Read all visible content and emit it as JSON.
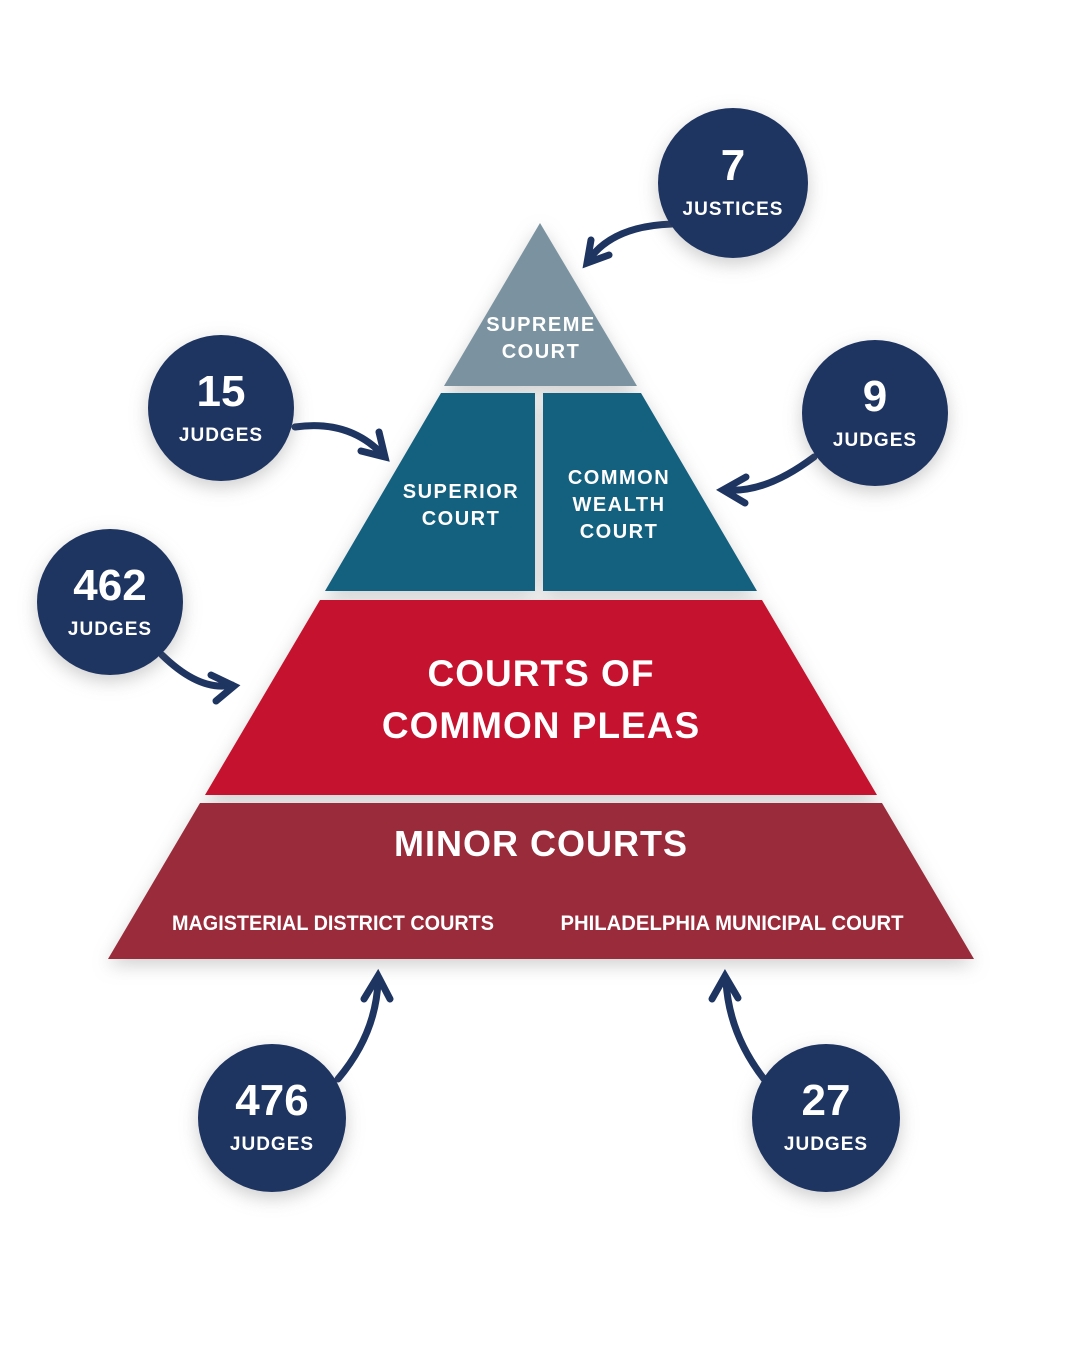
{
  "colors": {
    "navy": "#1e3461",
    "slate": "#7b93a0",
    "teal": "#14607f",
    "red": "#c5122e",
    "maroon": "#9a2b3b",
    "white": "#ffffff"
  },
  "pyramid": {
    "tiers": [
      {
        "id": "supreme-court",
        "lines": [
          "SUPREME",
          "COURT"
        ]
      },
      {
        "id": "superior-court",
        "lines": [
          "SUPERIOR",
          "COURT"
        ]
      },
      {
        "id": "commonwealth-court",
        "lines": [
          "COMMON",
          "WEALTH",
          "COURT"
        ]
      },
      {
        "id": "courts-of-common-pleas",
        "lines": [
          "COURTS OF",
          "COMMON PLEAS"
        ]
      },
      {
        "id": "minor-courts",
        "heading": "MINOR COURTS",
        "sub_courts": [
          "MAGISTERIAL DISTRICT COURTS",
          "PHILADELPHIA MUNICIPAL COURT"
        ]
      }
    ]
  },
  "badges": [
    {
      "id": "supreme-justices",
      "value": "7",
      "label": "JUSTICES",
      "points_to": "supreme-court"
    },
    {
      "id": "superior-judges",
      "value": "15",
      "label": "JUDGES",
      "points_to": "superior-court"
    },
    {
      "id": "commonwealth-judges",
      "value": "9",
      "label": "JUDGES",
      "points_to": "commonwealth-court"
    },
    {
      "id": "common-pleas-judges",
      "value": "462",
      "label": "JUDGES",
      "points_to": "courts-of-common-pleas"
    },
    {
      "id": "magisterial-judges",
      "value": "476",
      "label": "JUDGES",
      "points_to": "magisterial-district-courts"
    },
    {
      "id": "municipal-judges",
      "value": "27",
      "label": "JUDGES",
      "points_to": "philadelphia-municipal-court"
    }
  ]
}
